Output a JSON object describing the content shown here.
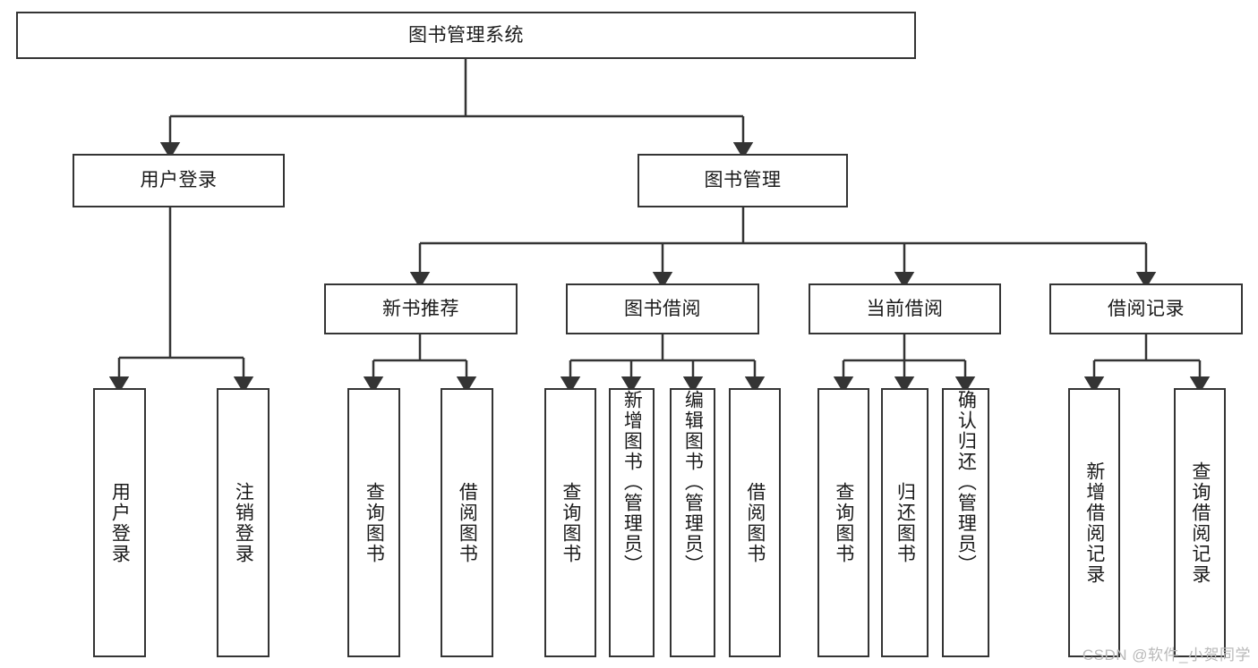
{
  "diagram": {
    "title": "图书管理系统",
    "line_color": "#343434",
    "box_fill": "#ffffff",
    "text_color": "#1a1a1a",
    "watermark": "CSDN @软件_小贺同学",
    "watermark_color": "#b9b9b9"
  },
  "nodes": {
    "root": {
      "label": "图书管理系统"
    },
    "level1": [
      {
        "label": "用户登录"
      },
      {
        "label": "图书管理"
      }
    ],
    "login_children": [
      {
        "label": "用户登录"
      },
      {
        "label": "注销登录"
      }
    ],
    "level2": [
      {
        "label": "新书推荐"
      },
      {
        "label": "图书借阅"
      },
      {
        "label": "当前借阅"
      },
      {
        "label": "借阅记录"
      }
    ],
    "recommend_children": [
      {
        "label": "查询图书"
      },
      {
        "label": "借阅图书"
      }
    ],
    "borrow_children": [
      {
        "label": "查询图书"
      },
      {
        "label": "新增图书（管理员）"
      },
      {
        "label": "编辑图书（管理员）"
      },
      {
        "label": "借阅图书"
      }
    ],
    "current_children": [
      {
        "label": "查询图书"
      },
      {
        "label": "归还图书"
      },
      {
        "label": "确认归还（管理员）"
      }
    ],
    "record_children": [
      {
        "label": "新增借阅记录"
      },
      {
        "label": "查询借阅记录"
      }
    ]
  }
}
